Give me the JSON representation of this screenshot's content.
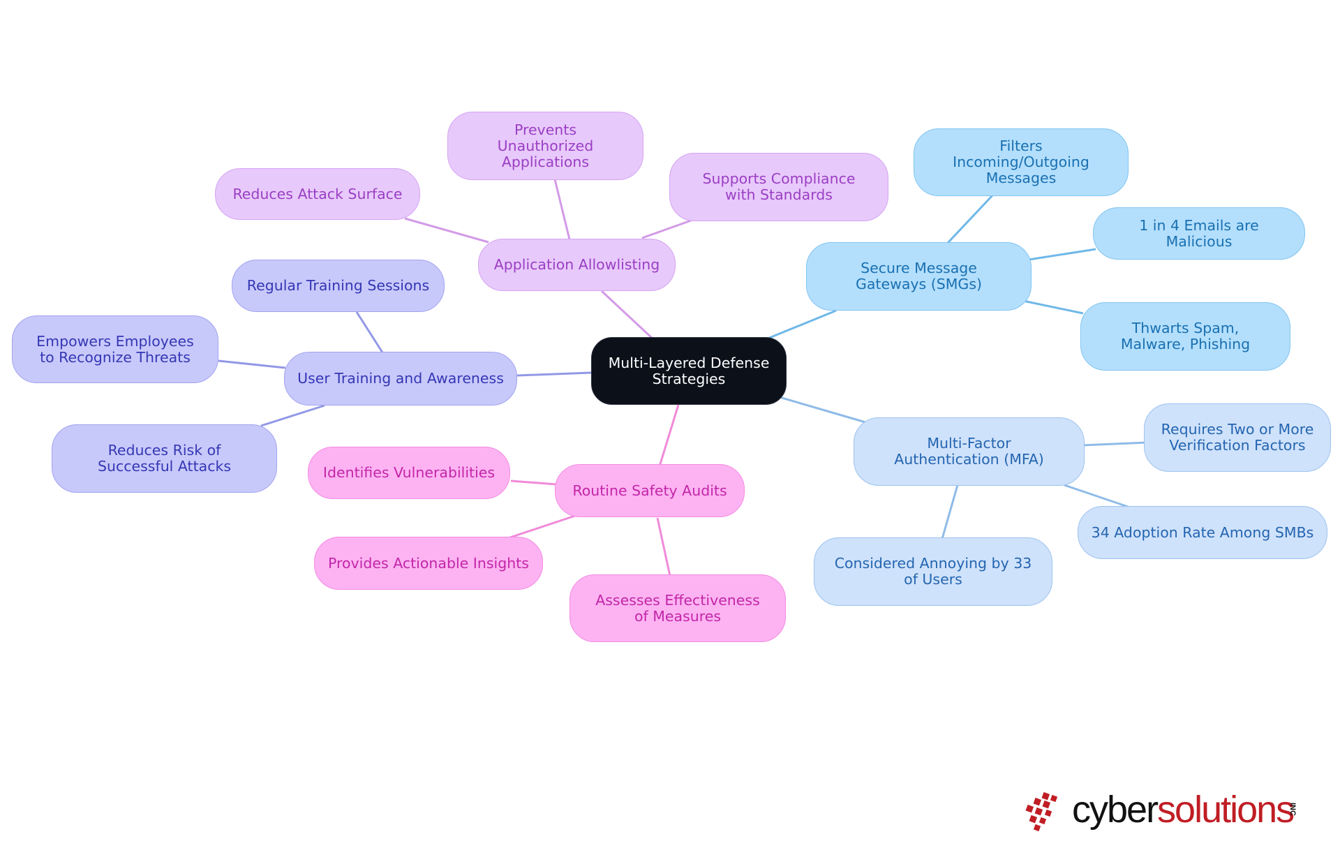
{
  "root": {
    "label": "Multi-Layered Defense Strategies"
  },
  "branches": [
    {
      "label": "Application Allowlisting",
      "color": "#d39ae8",
      "children": [
        {
          "label": "Reduces Attack Surface"
        },
        {
          "label": "Prevents Unauthorized Applications"
        },
        {
          "label": "Supports Compliance with Standards"
        }
      ]
    },
    {
      "label": "Secure Message Gateways (SMGs)",
      "color": "#6fb8e8",
      "children": [
        {
          "label": "Filters Incoming/Outgoing Messages"
        },
        {
          "label": "1 in 4 Emails are Malicious"
        },
        {
          "label": "Thwarts Spam, Malware, Phishing"
        }
      ]
    },
    {
      "label": "Multi-Factor Authentication (MFA)",
      "color": "#8ebbe8",
      "children": [
        {
          "label": "Requires Two or More Verification Factors"
        },
        {
          "label": "34 Adoption Rate Among SMBs"
        },
        {
          "label": "Considered Annoying by 33 of Users"
        }
      ]
    },
    {
      "label": "User Training and Awareness",
      "color": "#9298e6",
      "children": [
        {
          "label": "Regular Training Sessions"
        },
        {
          "label": "Empowers Employees to Recognize Threats"
        },
        {
          "label": "Reduces Risk of Successful Attacks"
        }
      ]
    },
    {
      "label": "Routine Safety Audits",
      "color": "#f08ad8",
      "children": [
        {
          "label": "Identifies Vulnerabilities"
        },
        {
          "label": "Provides Actionable Insights"
        },
        {
          "label": "Assesses Effectiveness of Measures"
        }
      ]
    }
  ],
  "logo": {
    "word_dark": "cyber",
    "word_red": "solutions",
    "suffix": "INC",
    "red": "#c01d24"
  }
}
